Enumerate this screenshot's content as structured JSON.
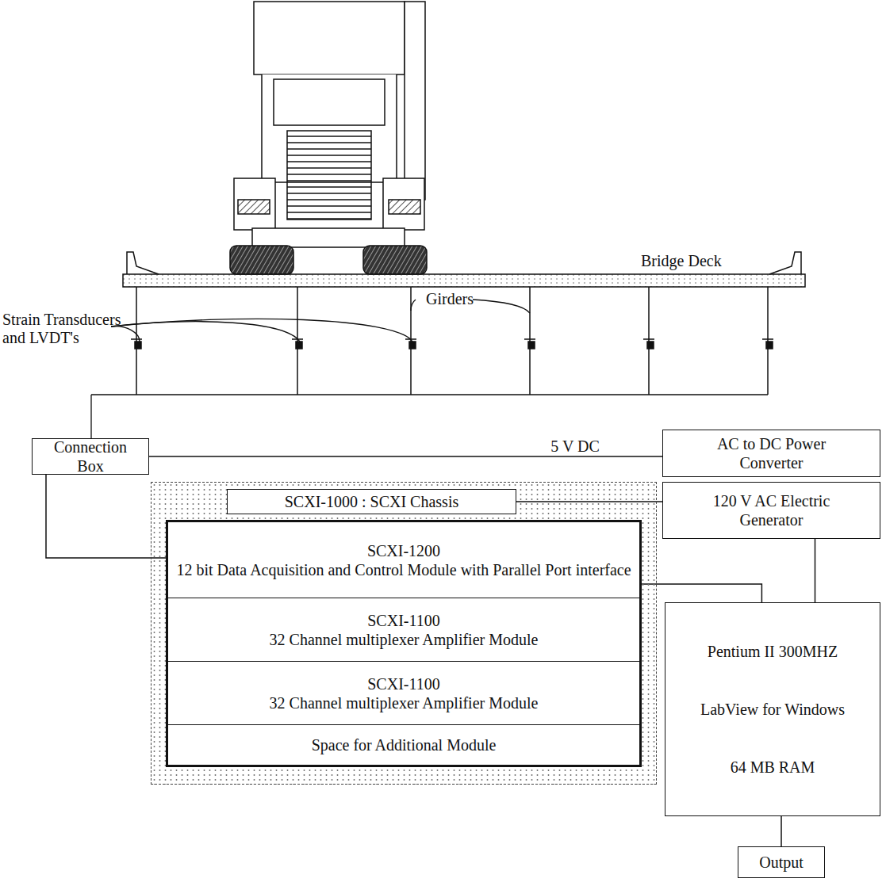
{
  "diagram": {
    "nodes": [
      {
        "text": [
          "Connection Box"
        ]
      },
      {
        "text": [
          "AC to DC Power Converter"
        ]
      },
      {
        "text": [
          "SCXI-1000 : SCXI Chassis"
        ]
      },
      {
        "text": [
          "SCXI-1200",
          "12 bit Data Acquisition and Control Module with Parallel Port interface"
        ],
        "in": 2
      },
      {
        "text": [
          "SCXI-1100",
          "32 Channel multiplexer Amplifier Module"
        ],
        "in": 2
      },
      {
        "text": [
          "SCXI-1100",
          "32 Channel multiplexer Amplifier Module"
        ],
        "in": 2
      },
      {
        "text": [
          "Space for Additional Module"
        ],
        "in": 2
      },
      {
        "text": [
          "120 V AC Electric Generator"
        ]
      },
      {
        "text": [
          "Pentium II 300MHZ",
          "LabView for Windows",
          "64 MB RAM"
        ]
      },
      {
        "text": [
          "Output"
        ]
      }
    ],
    "edges": [
      {
        "from": 0,
        "to": 1,
        "label": "5 V DC",
        "arrow": "none"
      },
      {
        "from": 2,
        "to": 7,
        "arrow": "none"
      },
      {
        "from": 3,
        "to": 8,
        "arrow": "none"
      },
      {
        "from": 7,
        "to": 8,
        "arrow": "none"
      },
      {
        "from": 8,
        "to": 9,
        "arrow": "none"
      },
      {
        "from": 0,
        "to": 3,
        "arrow": "none"
      }
    ],
    "labels": [
      "Bridge Deck",
      "Strain Transducers and LVDT's",
      "Girders"
    ]
  }
}
